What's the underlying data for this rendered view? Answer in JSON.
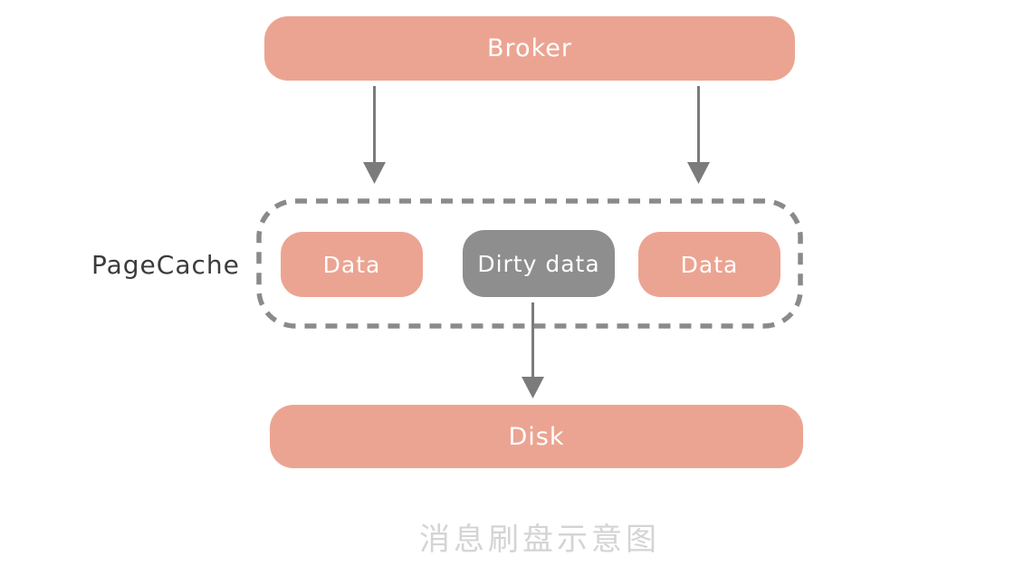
{
  "diagram": {
    "broker": {
      "label": "Broker"
    },
    "pagecache": {
      "label": "PageCache",
      "items": [
        {
          "label": "Data",
          "type": "data"
        },
        {
          "label": "Dirty data",
          "type": "dirty"
        },
        {
          "label": "Data",
          "type": "data"
        }
      ]
    },
    "disk": {
      "label": "Disk"
    },
    "caption": "消息刷盘示意图"
  },
  "icons": [
    "arrow-down-icon-broker-to-pagecache-left",
    "arrow-down-icon-broker-to-pagecache-right",
    "arrow-down-icon-dirtydata-to-disk"
  ],
  "colors": {
    "background": "#ffffff",
    "node-fill": "#eca492",
    "node-text": "#ffffff",
    "dirty-fill": "#8e8e8e",
    "dash-stroke": "#8a8a8a",
    "arrow": "#7b7b7b",
    "label-text": "#3b3b3b",
    "caption-text": "#d4d4d4"
  }
}
